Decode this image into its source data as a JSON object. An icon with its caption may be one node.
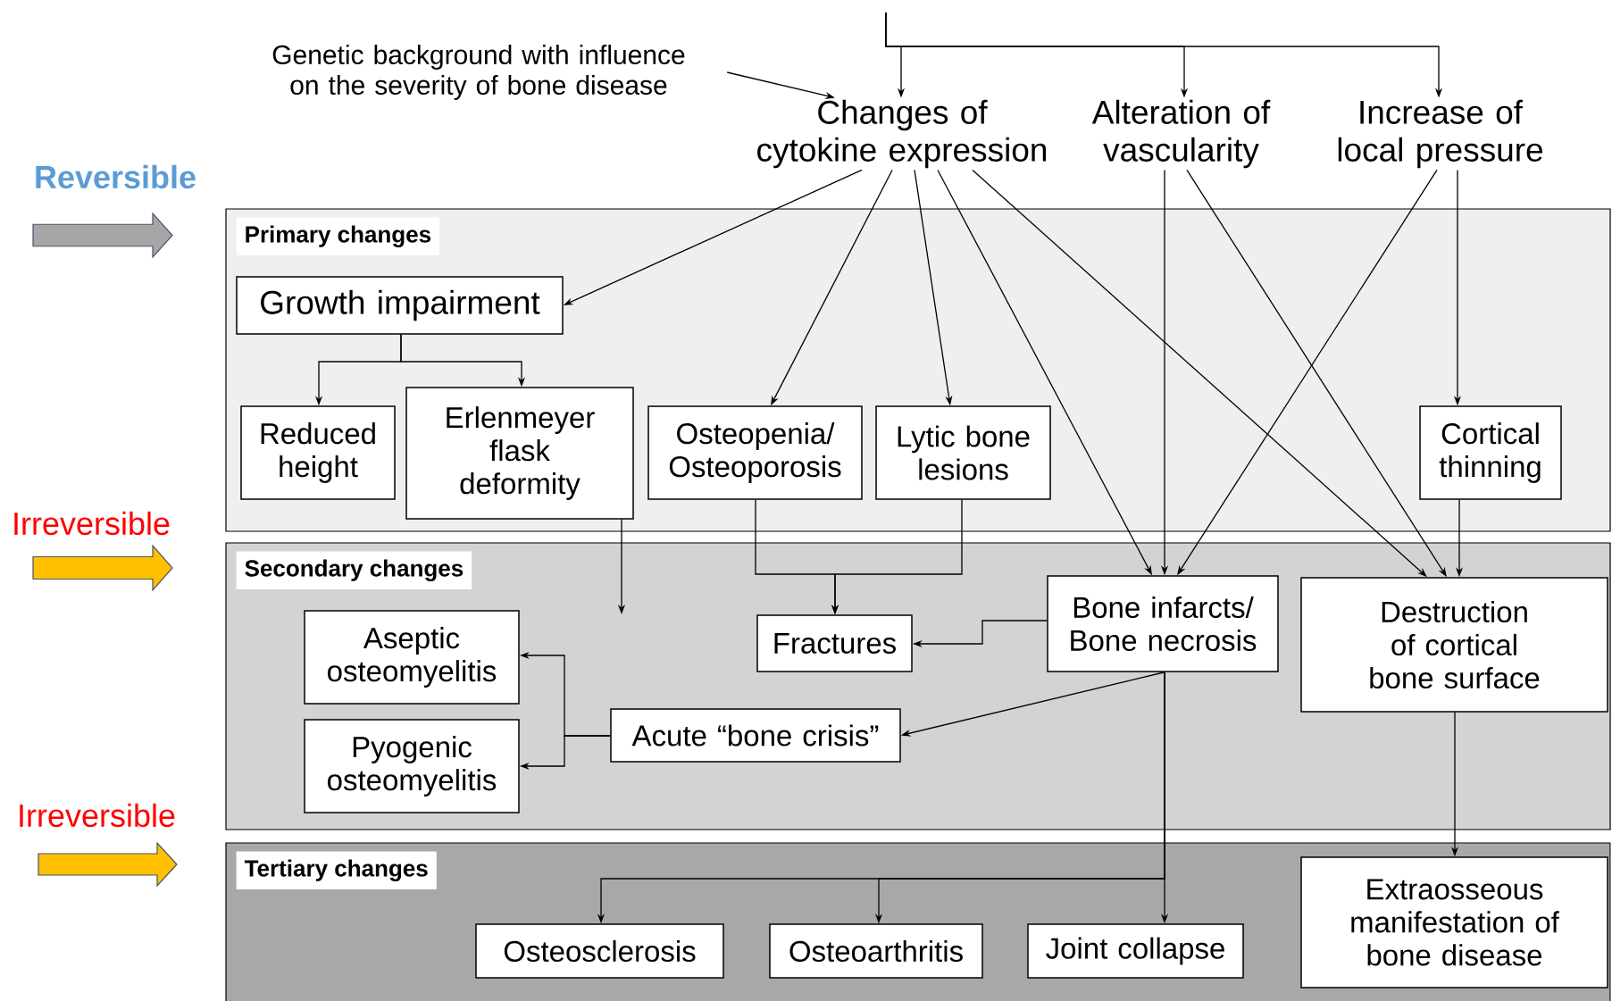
{
  "diagram": {
    "nodes": [
      {
        "text": [
          "Genetic background with influence on the severity of bone disease"
        ]
      },
      {
        "text": [
          "Changes of cytokine expression"
        ]
      },
      {
        "text": [
          "Alteration of vascularity"
        ]
      },
      {
        "text": [
          "Increase of local pressure"
        ]
      },
      {
        "text": [
          "Primary changes"
        ]
      },
      {
        "text": [
          "Growth impairment"
        ],
        "in": 4
      },
      {
        "text": [
          "Reduced height"
        ],
        "in": 4
      },
      {
        "text": [
          "Erlenmeyer flask deformity"
        ],
        "in": 4
      },
      {
        "text": [
          "Osteopenia/ Osteoporosis"
        ],
        "in": 4
      },
      {
        "text": [
          "Lytic bone lesions"
        ],
        "in": 4
      },
      {
        "text": [
          "Cortical thinning"
        ],
        "in": 4
      },
      {
        "text": [
          "Secondary changes"
        ]
      },
      {
        "text": [
          "Aseptic osteomyelitis"
        ],
        "in": 11
      },
      {
        "text": [
          "Pyogenic osteomyelitis"
        ],
        "in": 11
      },
      {
        "text": [
          "Fractures"
        ],
        "in": 11
      },
      {
        "text": [
          "Bone infarcts/ Bone necrosis"
        ],
        "in": 11
      },
      {
        "text": [
          "Destruction of cortical bone surface"
        ],
        "in": 11
      },
      {
        "text": [
          "Acute “bone crisis”"
        ],
        "in": 11
      },
      {
        "text": [
          "Tertiary changes"
        ]
      },
      {
        "text": [
          "Osteosclerosis"
        ],
        "in": 18
      },
      {
        "text": [
          "Osteoarthritis"
        ],
        "in": 18
      },
      {
        "text": [
          "Joint collapse"
        ],
        "in": 18
      },
      {
        "text": [
          "Extraosseous manifestation of bone disease"
        ],
        "in": 18
      }
    ],
    "edges": [
      {
        "from": 0,
        "to": 1,
        "arrow": "to"
      },
      {
        "from": null,
        "to": 1,
        "arrow": "to"
      },
      {
        "from": null,
        "to": 2,
        "arrow": "to"
      },
      {
        "from": null,
        "to": 3,
        "arrow": "to"
      },
      {
        "from": 1,
        "to": 5,
        "arrow": "to"
      },
      {
        "from": 1,
        "to": 8,
        "arrow": "to"
      },
      {
        "from": 1,
        "to": 9,
        "arrow": "to"
      },
      {
        "from": 1,
        "to": 15,
        "arrow": "to"
      },
      {
        "from": 1,
        "to": 16,
        "arrow": "to"
      },
      {
        "from": 2,
        "to": 15,
        "arrow": "to"
      },
      {
        "from": 2,
        "to": 16,
        "arrow": "to"
      },
      {
        "from": 3,
        "to": 15,
        "arrow": "to"
      },
      {
        "from": 3,
        "to": 10,
        "arrow": "to"
      },
      {
        "from": 5,
        "to": 6,
        "arrow": "to"
      },
      {
        "from": 5,
        "to": 7,
        "arrow": "to"
      },
      {
        "from": 7,
        "to": null,
        "arrow": "to"
      },
      {
        "from": 8,
        "to": 14,
        "arrow": "to"
      },
      {
        "from": 9,
        "to": 14,
        "arrow": "to"
      },
      {
        "from": 10,
        "to": 16,
        "arrow": "to"
      },
      {
        "from": 15,
        "to": 14,
        "arrow": "to"
      },
      {
        "from": 15,
        "to": 17,
        "arrow": "to"
      },
      {
        "from": 17,
        "to": 12,
        "arrow": "to"
      },
      {
        "from": 17,
        "to": 13,
        "arrow": "to"
      },
      {
        "from": 15,
        "to": 19,
        "arrow": "to"
      },
      {
        "from": 15,
        "to": 20,
        "arrow": "to"
      },
      {
        "from": 15,
        "to": 21,
        "arrow": "to"
      },
      {
        "from": 16,
        "to": 22,
        "arrow": "to"
      }
    ],
    "labels": [
      "Reversible",
      "Irreversible",
      "Irreversible"
    ]
  }
}
